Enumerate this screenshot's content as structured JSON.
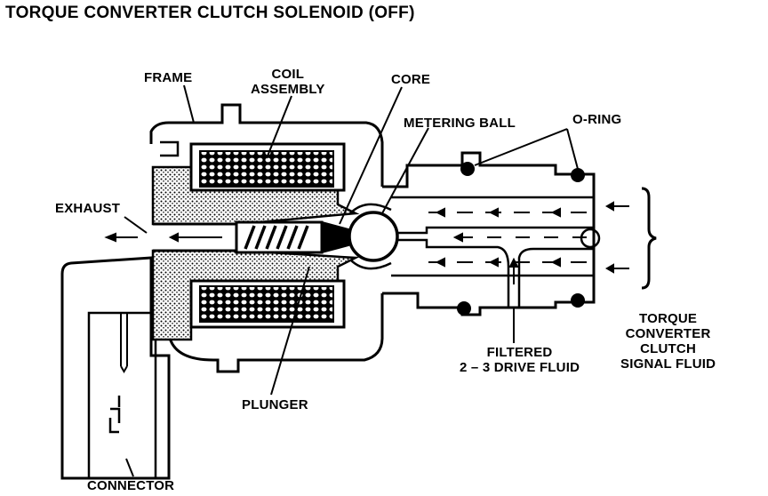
{
  "title": "TORQUE CONVERTER CLUTCH SOLENOID (OFF)",
  "labels": {
    "frame": "FRAME",
    "coil_assembly": "COIL\nASSEMBLY",
    "core": "CORE",
    "metering_ball": "METERING BALL",
    "o_ring": "O-RING",
    "exhaust": "EXHAUST",
    "plunger": "PLUNGER",
    "filtered_fluid": "FILTERED\n2 – 3 DRIVE FLUID",
    "signal_fluid": "TORQUE\nCONVERTER\nCLUTCH\nSIGNAL FLUID",
    "connector": "CONNECTOR"
  }
}
